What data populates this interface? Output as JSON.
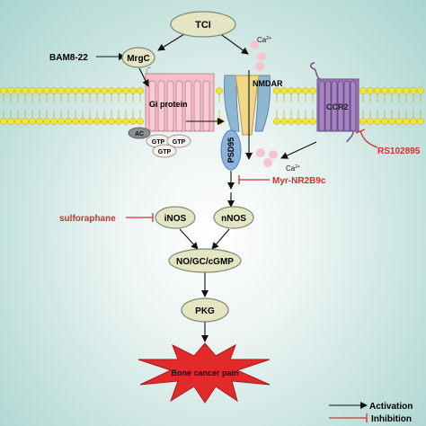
{
  "nodes": {
    "tci": "TCI",
    "bam": "BAM8-22",
    "mrgc": "MrgC",
    "ca_top": "Ca",
    "ca_sup": "2+",
    "nmdar": "NMDAR",
    "gi_protein": "Gi protein",
    "ccr2": "CCR2",
    "ac": "AC",
    "gtp": "GTP",
    "psd95": "PSD95",
    "ca_mid": "Ca",
    "rs": "RS102895",
    "myr": "Myr-NR2B9c",
    "sulforaphane": "sulforaphane",
    "inos": "iNOS",
    "nnos": "nNOS",
    "no_gc": "NO/GC/cGMP",
    "pkg": "PKG",
    "pain": "Bone cancer pain"
  },
  "legend": {
    "activation": "Activation",
    "inhibition": "Inhibition"
  },
  "colors": {
    "node_fill": "#e4e5c3",
    "node_stroke": "#7e8a70",
    "inhibit": "#d23030",
    "membrane_bead": "#f2e62a",
    "gi_protein": "#f3bfcb",
    "ccr2": "#9c79b8",
    "nmdar_blue": "#8fb7d2",
    "nmdar_yellow": "#efd88a",
    "psd95": "#8cb3dc",
    "ca_ion": "#f4c6cc",
    "star": "#e12a2a"
  }
}
